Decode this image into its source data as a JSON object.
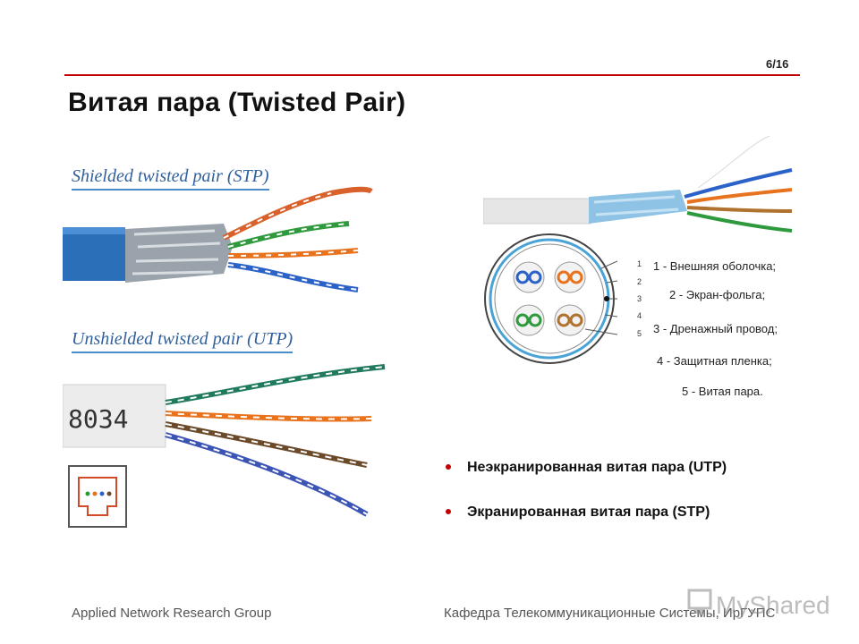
{
  "slide": {
    "page_number": "6/16",
    "title": "Витая пара (Twisted Pair)"
  },
  "photos": {
    "stp_label": "Shielded twisted pair (STP)",
    "utp_label": "Unshielded twisted pair (UTP)",
    "utp_jacket_print": "8034"
  },
  "cross_section": {
    "numbers": [
      "1",
      "2",
      "3",
      "4",
      "5"
    ],
    "legend": [
      "1 - Внешняя оболочка;",
      "2 - Экран-фольга;",
      "3 - Дренажный провод;",
      "4 - Защитная пленка;",
      "5 - Витая пара."
    ]
  },
  "bullets": [
    "Неэкранированная витая пара (UTP)",
    "Экранированная витая пара (STP)"
  ],
  "footer": {
    "left": "Applied Network Research Group",
    "right": "Кафедра Телекоммуникационные Системы, ИрГУПС"
  },
  "watermark": {
    "text": "MyShared"
  },
  "colors": {
    "accent_red": "#c00000",
    "label_blue": "#2f5f9c",
    "cable_blue": "#2a6fb8"
  }
}
